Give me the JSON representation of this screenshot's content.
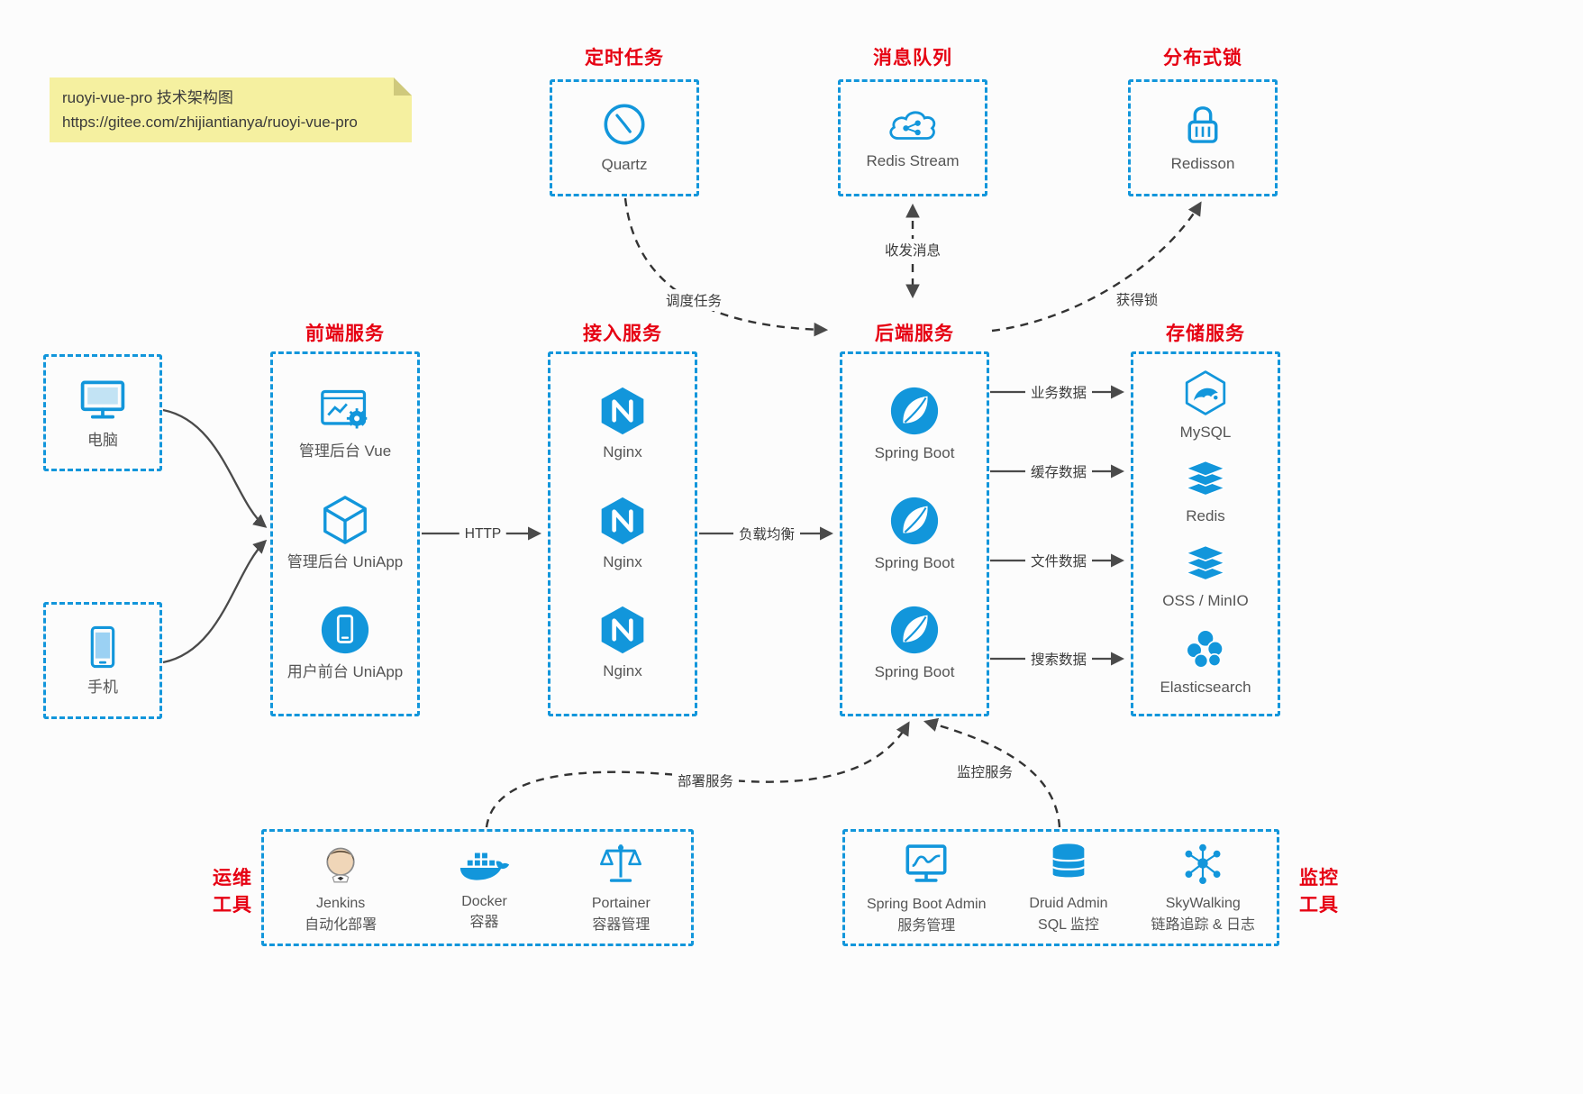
{
  "note": {
    "line1": "ruoyi-vue-pro 技术架构图",
    "line2": "https://gitee.com/zhijiantianya/ruoyi-vue-pro"
  },
  "colors": {
    "accent_blue": "#1296db",
    "title_red": "#e60012",
    "arrow_gray": "#4a4a4a",
    "note_bg": "#f5f0a0"
  },
  "top_groups": [
    {
      "title": "定时任务",
      "items": [
        {
          "label": "Quartz",
          "icon": "clock-icon"
        }
      ]
    },
    {
      "title": "消息队列",
      "items": [
        {
          "label": "Redis Stream",
          "icon": "cloud-network-icon"
        }
      ]
    },
    {
      "title": "分布式锁",
      "items": [
        {
          "label": "Redisson",
          "icon": "lock-icon"
        }
      ]
    }
  ],
  "clients": [
    {
      "label": "电脑",
      "icon": "monitor-icon"
    },
    {
      "label": "手机",
      "icon": "phone-icon"
    }
  ],
  "columns": [
    {
      "title": "前端服务",
      "items": [
        {
          "label": "管理后台 Vue",
          "icon": "admin-vue-icon"
        },
        {
          "label": "管理后台 UniApp",
          "icon": "admin-uniapp-icon"
        },
        {
          "label": "用户前台 UniApp",
          "icon": "user-uniapp-icon"
        }
      ]
    },
    {
      "title": "接入服务",
      "items": [
        {
          "label": "Nginx",
          "icon": "nginx-icon"
        },
        {
          "label": "Nginx",
          "icon": "nginx-icon"
        },
        {
          "label": "Nginx",
          "icon": "nginx-icon"
        }
      ]
    },
    {
      "title": "后端服务",
      "items": [
        {
          "label": "Spring Boot",
          "icon": "spring-icon"
        },
        {
          "label": "Spring Boot",
          "icon": "spring-icon"
        },
        {
          "label": "Spring Boot",
          "icon": "spring-icon"
        }
      ]
    },
    {
      "title": "存储服务",
      "items": [
        {
          "label": "MySQL",
          "icon": "mysql-icon"
        },
        {
          "label": "Redis",
          "icon": "layers-icon"
        },
        {
          "label": "OSS / MinIO",
          "icon": "layers-icon"
        },
        {
          "label": "Elasticsearch",
          "icon": "elasticsearch-icon"
        }
      ]
    }
  ],
  "bottom_groups": [
    {
      "side_label": {
        "line1": "运维",
        "line2": "工具"
      },
      "items": [
        {
          "label": "Jenkins",
          "sublabel": "自动化部署",
          "icon": "jenkins-icon"
        },
        {
          "label": "Docker",
          "sublabel": "容器",
          "icon": "docker-icon"
        },
        {
          "label": "Portainer",
          "sublabel": "容器管理",
          "icon": "portainer-icon"
        }
      ]
    },
    {
      "side_label": {
        "line1": "监控",
        "line2": "工具"
      },
      "items": [
        {
          "label": "Spring Boot Admin",
          "sublabel": "服务管理",
          "icon": "sba-monitor-icon"
        },
        {
          "label": "Druid Admin",
          "sublabel": "SQL 监控",
          "icon": "database-icon"
        },
        {
          "label": "SkyWalking",
          "sublabel": "链路追踪 & 日志",
          "icon": "skywalking-icon"
        }
      ]
    }
  ],
  "edges": {
    "http": "HTTP",
    "load_balance": "负载均衡",
    "schedule": "调度任务",
    "message": "收发消息",
    "lock": "获得锁",
    "business_data": "业务数据",
    "cache_data": "缓存数据",
    "file_data": "文件数据",
    "search_data": "搜索数据",
    "deploy": "部署服务",
    "monitor": "监控服务"
  }
}
